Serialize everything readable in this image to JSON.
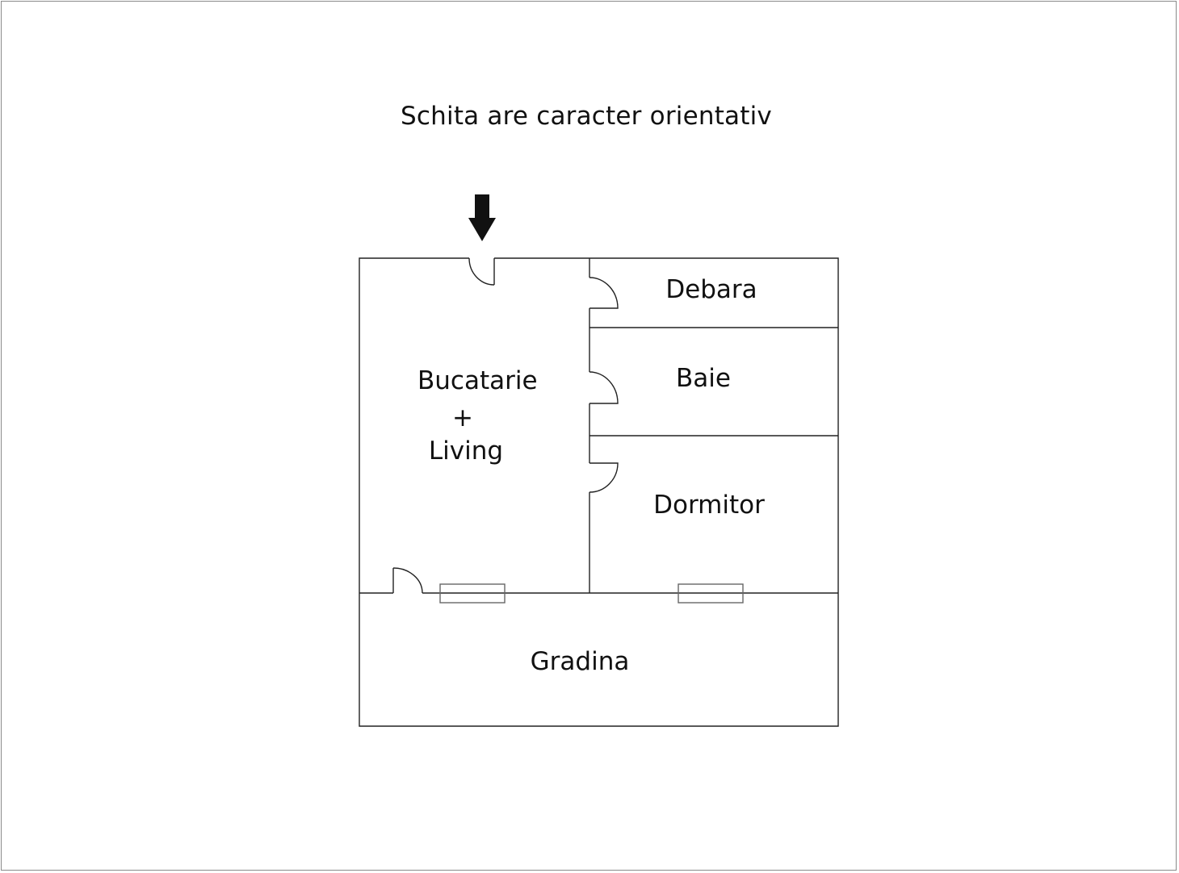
{
  "title": "Schita are caracter orientativ",
  "rooms": {
    "bucatarie": "Bucatarie",
    "plus": "+",
    "living": "Living",
    "debara": "Debara",
    "baie": "Baie",
    "dormitor": "Dormitor",
    "gradina": "Gradina"
  },
  "icons": {
    "entrance": "entrance-arrow-icon"
  },
  "colors": {
    "line": "#222222",
    "window": "#666666",
    "frame": "#8a8a8a"
  }
}
